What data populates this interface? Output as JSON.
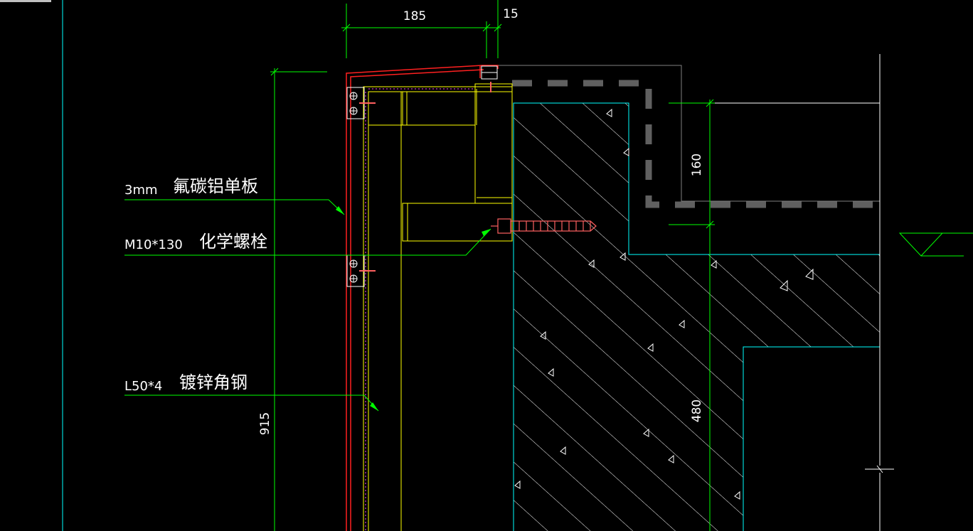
{
  "drawing": {
    "dimensions": {
      "width_185": "185",
      "width_15": "15",
      "height_915": "915",
      "height_160": "160",
      "height_480": "480"
    },
    "labels": [
      {
        "spec": "3mm",
        "name": "氟碳铝单板"
      },
      {
        "spec": "M10*130",
        "name": "化学螺栓"
      },
      {
        "spec": "L50*4",
        "name": "镀锌角钢"
      }
    ],
    "colors": {
      "background": "#000000",
      "dimension": "#00ff00",
      "panel": "#ff2020",
      "steel": "#ffff00",
      "concrete": "#00ffff",
      "hatch": "#ffffff",
      "bolt": "#ff6060",
      "waterproof": "#808080"
    }
  }
}
